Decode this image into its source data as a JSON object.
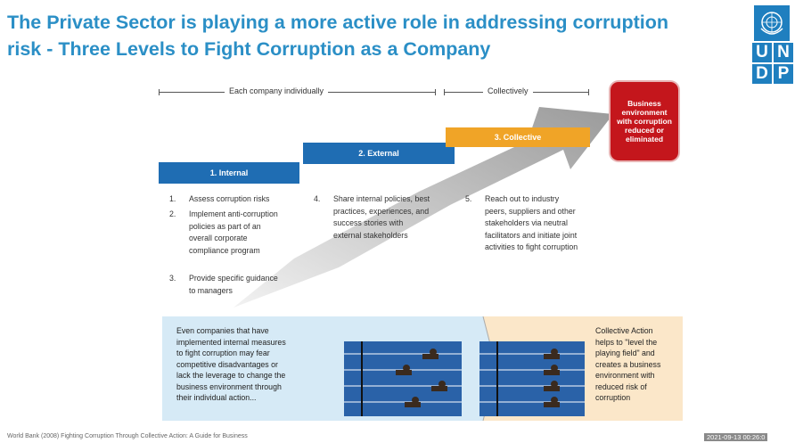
{
  "title": {
    "line1": "The Private Sector is playing a more active role in addressing corruption",
    "line2": "risk -  Three Levels to Fight Corruption as a Company"
  },
  "logo": {
    "icon": "un-emblem-icon",
    "letters": [
      "U",
      "N",
      "D",
      "P"
    ]
  },
  "diagram": {
    "scale_individual": "Each company individually",
    "scale_collective": "Collectively",
    "levels": [
      {
        "label": "1. Internal",
        "color": "#1f6db3"
      },
      {
        "label": "2. External",
        "color": "#1f6db3"
      },
      {
        "label": "3. Collective",
        "color": "#f0a427"
      }
    ],
    "goal_text": "Business environment with corruption reduced or eliminated",
    "goal_color": "#c4161c",
    "items": [
      {
        "num": "1.",
        "text": [
          "Assess corruption risks"
        ]
      },
      {
        "num": "2.",
        "text": [
          "Implement anti-corruption",
          "policies as part of an",
          "overall corporate",
          "compliance program"
        ]
      },
      {
        "num": "3.",
        "text": [
          "Provide specific guidance",
          "to managers"
        ]
      },
      {
        "num": "4.",
        "text": [
          "Share internal policies, best",
          "practices, experiences, and",
          "success stories with",
          "external stakeholders"
        ]
      },
      {
        "num": "5.",
        "text": [
          "Reach out to industry",
          "peers, suppliers and other",
          "stakeholders via neutral",
          "facilitators and initiate joint",
          "activities to fight corruption"
        ]
      }
    ]
  },
  "bottom": {
    "left_text": [
      "Even companies that have",
      "implemented internal measures",
      "to fight corruption may fear",
      "competitive disadvantages or",
      "lack the leverage to change the",
      "business environment through",
      "their individual action..."
    ],
    "right_text": [
      "Collective Action",
      "helps to \"level the",
      "playing field\" and",
      "creates a business",
      "environment with",
      "reduced risk of",
      "corruption"
    ],
    "left_bg": "#d6eaf6",
    "right_bg": "#fbe7c9"
  },
  "footer": "World Bank (2008) Fighting Corruption Through Collective Action: A Guide for Business",
  "timestamp": "2021-09-13 00:26:0"
}
